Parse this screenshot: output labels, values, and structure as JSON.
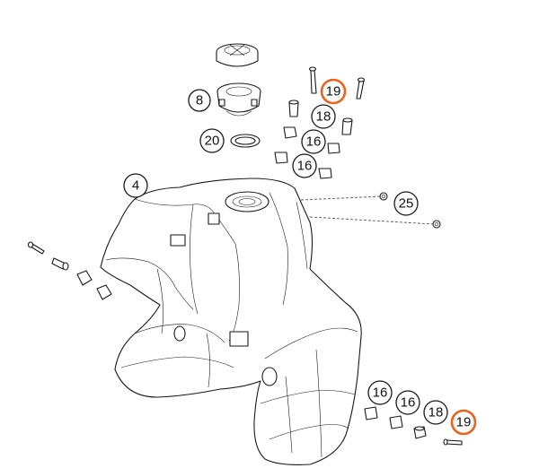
{
  "highlight_color": "#e8641e",
  "callouts": [
    {
      "id": "c-8",
      "label": "8",
      "highlighted": false
    },
    {
      "id": "c-20",
      "label": "20",
      "highlighted": false
    },
    {
      "id": "c-19-top",
      "label": "19",
      "highlighted": true
    },
    {
      "id": "c-18-top",
      "label": "18",
      "highlighted": false
    },
    {
      "id": "c-16-a",
      "label": "16",
      "highlighted": false
    },
    {
      "id": "c-16-b",
      "label": "16",
      "highlighted": false
    },
    {
      "id": "c-4",
      "label": "4",
      "highlighted": false
    },
    {
      "id": "c-25",
      "label": "25",
      "highlighted": false
    },
    {
      "id": "c-16-c",
      "label": "16",
      "highlighted": false
    },
    {
      "id": "c-16-d",
      "label": "16",
      "highlighted": false
    },
    {
      "id": "c-18-bottom",
      "label": "18",
      "highlighted": false
    },
    {
      "id": "c-19-bottom",
      "label": "19",
      "highlighted": true
    }
  ]
}
